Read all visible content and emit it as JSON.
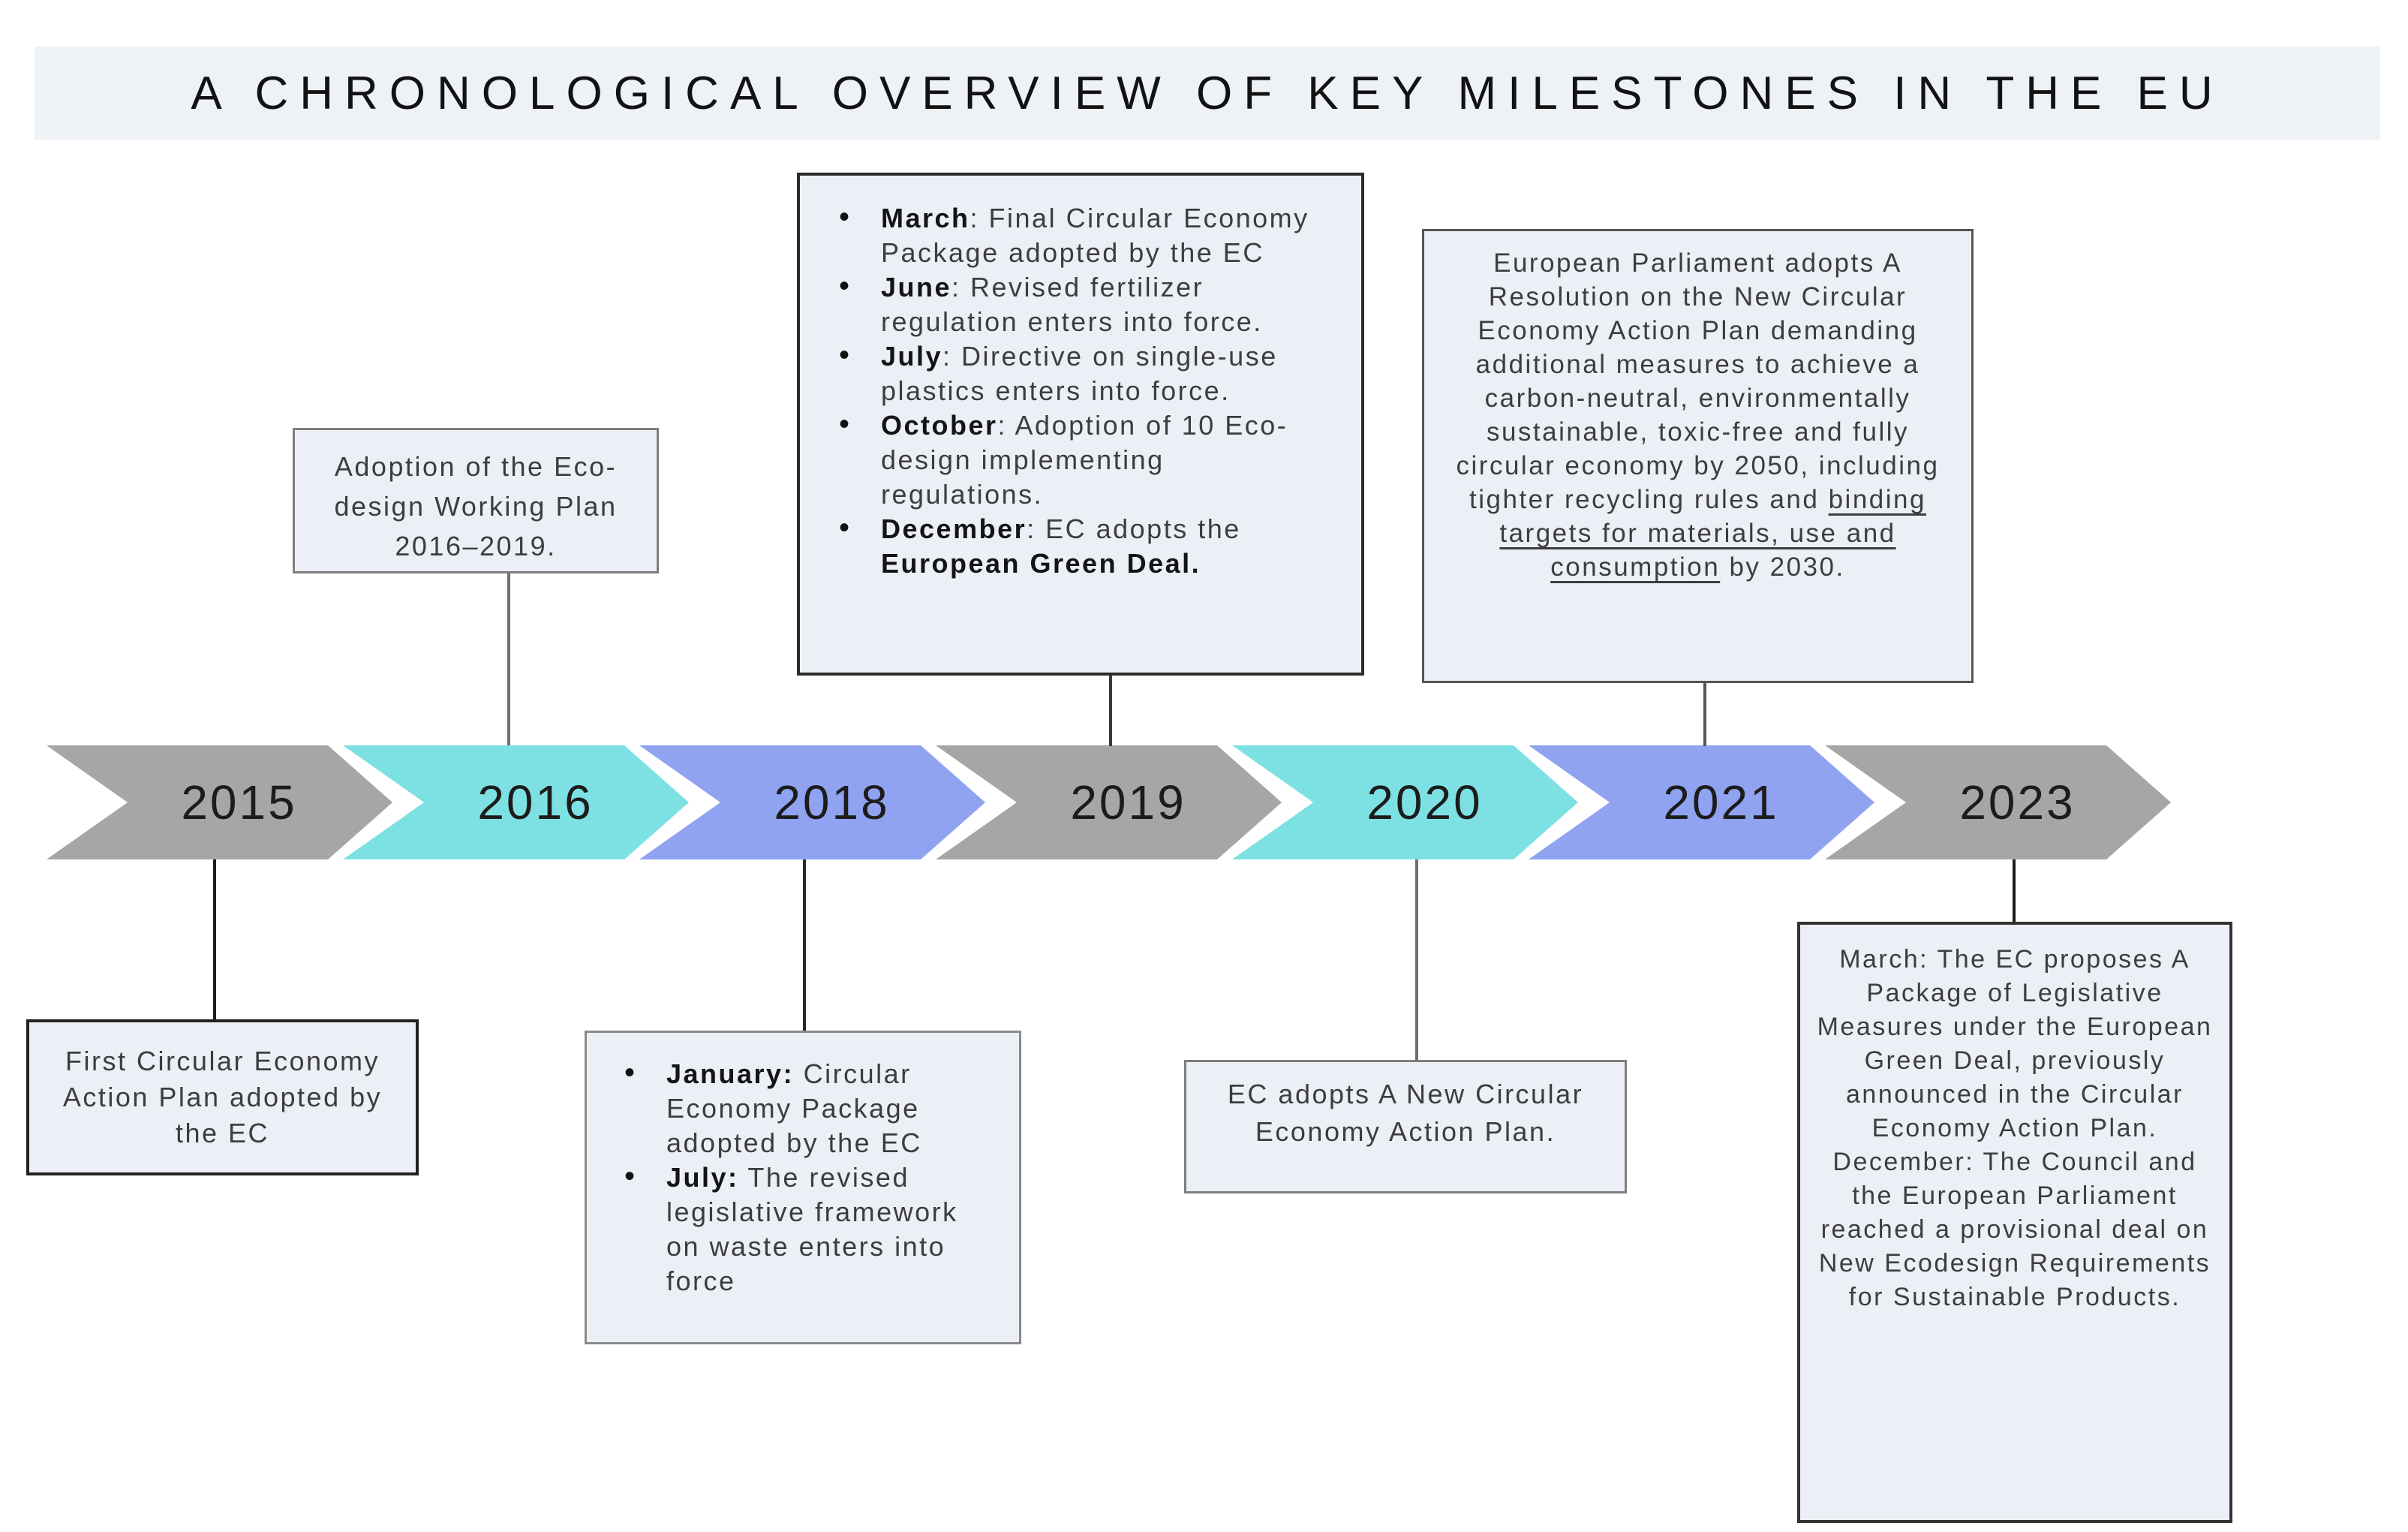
{
  "title": "A CHRONOLOGICAL OVERVIEW OF KEY MILESTONES IN THE EU",
  "palette": {
    "gray": "#a6a6a6",
    "teal": "#7de1e4",
    "periwinkle": "#90a3f1",
    "box_bg": "#ecf0f6",
    "title_bg": "#eef1f6"
  },
  "timeline": {
    "years": [
      {
        "label": "2015",
        "color": "gray"
      },
      {
        "label": "2016",
        "color": "teal"
      },
      {
        "label": "2018",
        "color": "periwinkle"
      },
      {
        "label": "2019",
        "color": "gray"
      },
      {
        "label": "2020",
        "color": "teal"
      },
      {
        "label": "2021",
        "color": "periwinkle"
      },
      {
        "label": "2023",
        "color": "gray"
      }
    ]
  },
  "milestones": [
    {
      "year": "2015",
      "placement": "below",
      "content": [
        {
          "type": "para",
          "segments": [
            {
              "text": "First Circular Economy Action Plan adopted by the EC"
            }
          ]
        }
      ]
    },
    {
      "year": "2016",
      "placement": "above",
      "content": [
        {
          "type": "para",
          "segments": [
            {
              "text": "Adoption of the Eco-design Working Plan 2016–2019."
            }
          ]
        }
      ]
    },
    {
      "year": "2018",
      "placement": "below",
      "content": [
        {
          "type": "bullet",
          "segments": [
            {
              "text": "January:",
              "bold": true
            },
            {
              "text": " Circular Economy Package adopted by the EC"
            }
          ]
        },
        {
          "type": "bullet",
          "segments": [
            {
              "text": "July:",
              "bold": true
            },
            {
              "text": " The revised legislative framework on waste enters into force"
            }
          ]
        }
      ]
    },
    {
      "year": "2019",
      "placement": "above",
      "content": [
        {
          "type": "bullet",
          "segments": [
            {
              "text": "March",
              "bold": true
            },
            {
              "text": ": Final Circular Economy Package adopted by the EC"
            }
          ]
        },
        {
          "type": "bullet",
          "segments": [
            {
              "text": "June",
              "bold": true
            },
            {
              "text": ": Revised fertilizer regulation enters into force."
            }
          ]
        },
        {
          "type": "bullet",
          "segments": [
            {
              "text": "July",
              "bold": true
            },
            {
              "text": ": Directive on single-use plastics enters into force."
            }
          ]
        },
        {
          "type": "bullet",
          "segments": [
            {
              "text": "October",
              "bold": true
            },
            {
              "text": ": Adoption of 10 Eco-design implementing regulations."
            }
          ]
        },
        {
          "type": "bullet",
          "segments": [
            {
              "text": "December",
              "bold": true
            },
            {
              "text": ": EC adopts the "
            },
            {
              "text": "European Green Deal.",
              "bold": true
            }
          ]
        }
      ]
    },
    {
      "year": "2020",
      "placement": "below",
      "content": [
        {
          "type": "para",
          "segments": [
            {
              "text": "EC adopts A New Circular Economy Action Plan."
            }
          ]
        }
      ]
    },
    {
      "year": "2021",
      "placement": "above",
      "content": [
        {
          "type": "para",
          "segments": [
            {
              "text": "European Parliament adopts A Resolution on the New Circular Economy Action Plan demanding additional measures to achieve a carbon-neutral, environmentally sustainable, toxic-free and fully circular economy by 2050, including tighter recycling rules and "
            },
            {
              "text": "binding targets for materials, use and consumption",
              "underline": true
            },
            {
              "text": " by 2030."
            }
          ]
        }
      ]
    },
    {
      "year": "2023",
      "placement": "below",
      "content": [
        {
          "type": "para",
          "segments": [
            {
              "text": "March: The EC proposes A Package of Legislative Measures under the European Green Deal, previously announced in the Circular Economy Action Plan."
            }
          ]
        },
        {
          "type": "para",
          "segments": [
            {
              "text": "December: The Council and the European Parliament reached a provisional deal on New Ecodesign Requirements for Sustainable Products."
            }
          ]
        }
      ]
    }
  ]
}
